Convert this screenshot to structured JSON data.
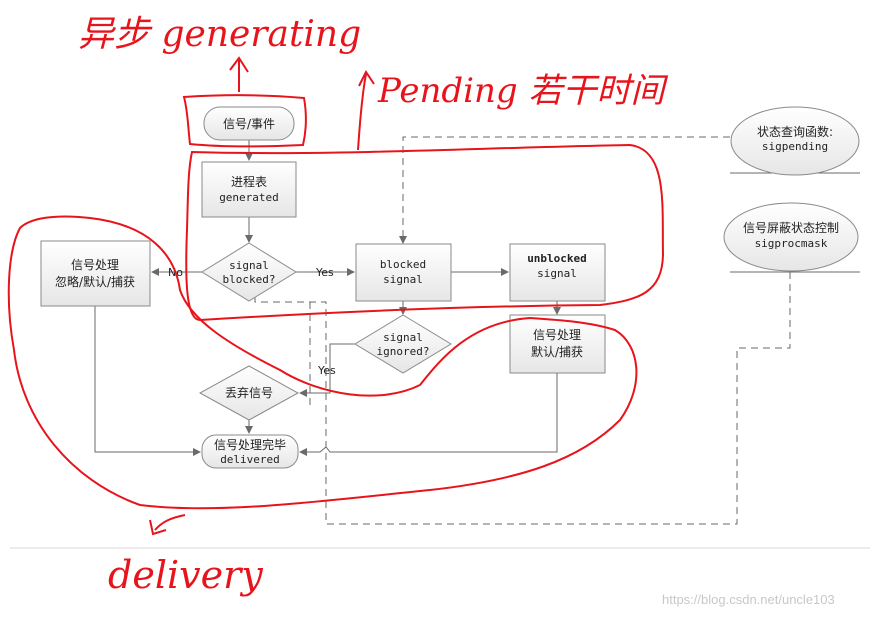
{
  "nodes": {
    "signal_event": "信号/事件",
    "process_table_line1": "进程表",
    "process_table_line2": "generated",
    "signal_blocked_line1": "signal",
    "signal_blocked_line2": "blocked?",
    "blocked_signal_line1": "blocked",
    "blocked_signal_line2": "signal",
    "unblocked_signal_line1": "unblocked",
    "unblocked_signal_line2": "signal",
    "handle_left_line1": "信号处理",
    "handle_left_line2": "忽略/默认/捕获",
    "signal_ignored_line1": "signal",
    "signal_ignored_line2": "ignored?",
    "handle_right_line1": "信号处理",
    "handle_right_line2": "默认/捕获",
    "discard_signal": "丢弃信号",
    "done_line1": "信号处理完毕",
    "done_line2": "delivered",
    "sigpending_line1": "状态查询函数:",
    "sigpending_line2": "sigpending",
    "sigprocmask_line1": "信号屏蔽状态控制",
    "sigprocmask_line2": "sigprocmask"
  },
  "edge_labels": {
    "no": "No",
    "yes_blocked": "Yes",
    "yes_ignored": "Yes"
  },
  "annotations": {
    "async_generating": "异步 generating",
    "pending_time": "Pending 若干时间",
    "delivery": "delivery"
  },
  "watermark": "https://blog.csdn.net/uncle103",
  "colors": {
    "annotation_red": "#e8141c",
    "box_fill": "#f2f2f2",
    "box_stroke": "#8a8a8a",
    "line": "#6a6a6a"
  }
}
